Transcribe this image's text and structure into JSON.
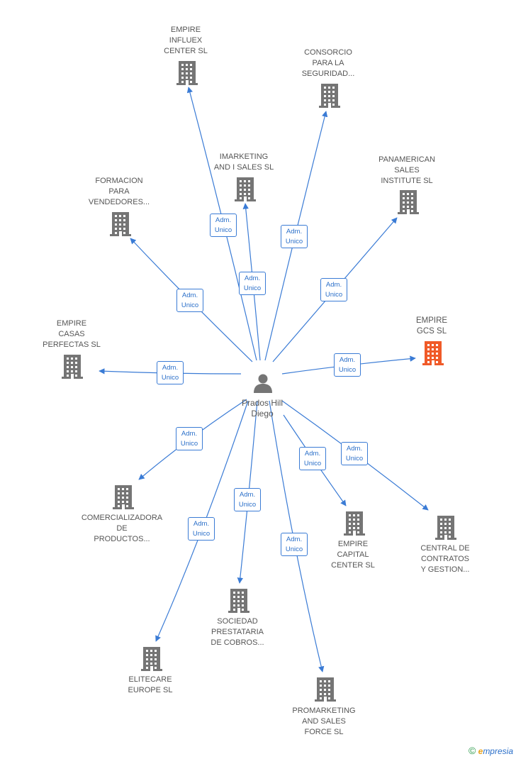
{
  "center": {
    "name": "Prados Hill\nDiego"
  },
  "companies": [
    {
      "id": "empire-influex",
      "name": "EMPIRE\nINFLUEX\nCENTER  SL",
      "role": "Adm.\nUnico",
      "highlight": false
    },
    {
      "id": "consorcio",
      "name": "CONSORCIO\nPARA LA\nSEGURIDAD...",
      "role": "Adm.\nUnico",
      "highlight": false
    },
    {
      "id": "imarketing",
      "name": "IMARKETING\nAND I SALES  SL",
      "role": "Adm.\nUnico",
      "highlight": false
    },
    {
      "id": "panamerican",
      "name": "PANAMERICAN\nSALES\nINSTITUTE  SL",
      "role": "Adm.\nUnico",
      "highlight": false
    },
    {
      "id": "formacion",
      "name": "FORMACION\nPARA\nVENDEDORES...",
      "role": "Adm.\nUnico",
      "highlight": false
    },
    {
      "id": "empire-gcs",
      "name": "EMPIRE\nGCS  SL",
      "role": "Adm.\nUnico",
      "highlight": true
    },
    {
      "id": "empire-casas",
      "name": "EMPIRE\nCASAS\nPERFECTAS  SL",
      "role": "Adm.\nUnico",
      "highlight": false
    },
    {
      "id": "comercializadora",
      "name": "COMERCIALIZADORA\nDE\nPRODUCTOS...",
      "role": "Adm.\nUnico",
      "highlight": false
    },
    {
      "id": "empire-capital",
      "name": "EMPIRE\nCAPITAL\nCENTER  SL",
      "role": "Adm.\nUnico",
      "highlight": false
    },
    {
      "id": "central-contratos",
      "name": "CENTRAL DE\nCONTRATOS\nY GESTION...",
      "role": "Adm.\nUnico",
      "highlight": false
    },
    {
      "id": "sociedad",
      "name": "SOCIEDAD\nPRESTATARIA\nDE COBROS...",
      "role": "Adm.\nUnico",
      "highlight": false
    },
    {
      "id": "elitecare",
      "name": "ELITECARE\nEUROPE  SL",
      "role": "Adm.\nUnico",
      "highlight": false
    },
    {
      "id": "promarketing",
      "name": "PROMARKETING\nAND SALES\nFORCE  SL",
      "role": "Adm.\nUnico",
      "highlight": false
    }
  ],
  "colors": {
    "edge": "#3a7bd5",
    "building": "#757575",
    "building_highlight": "#f05a28",
    "person": "#757575"
  },
  "footer": {
    "copyright": "©",
    "brand_initial": "e",
    "brand_rest": "mpresia"
  }
}
